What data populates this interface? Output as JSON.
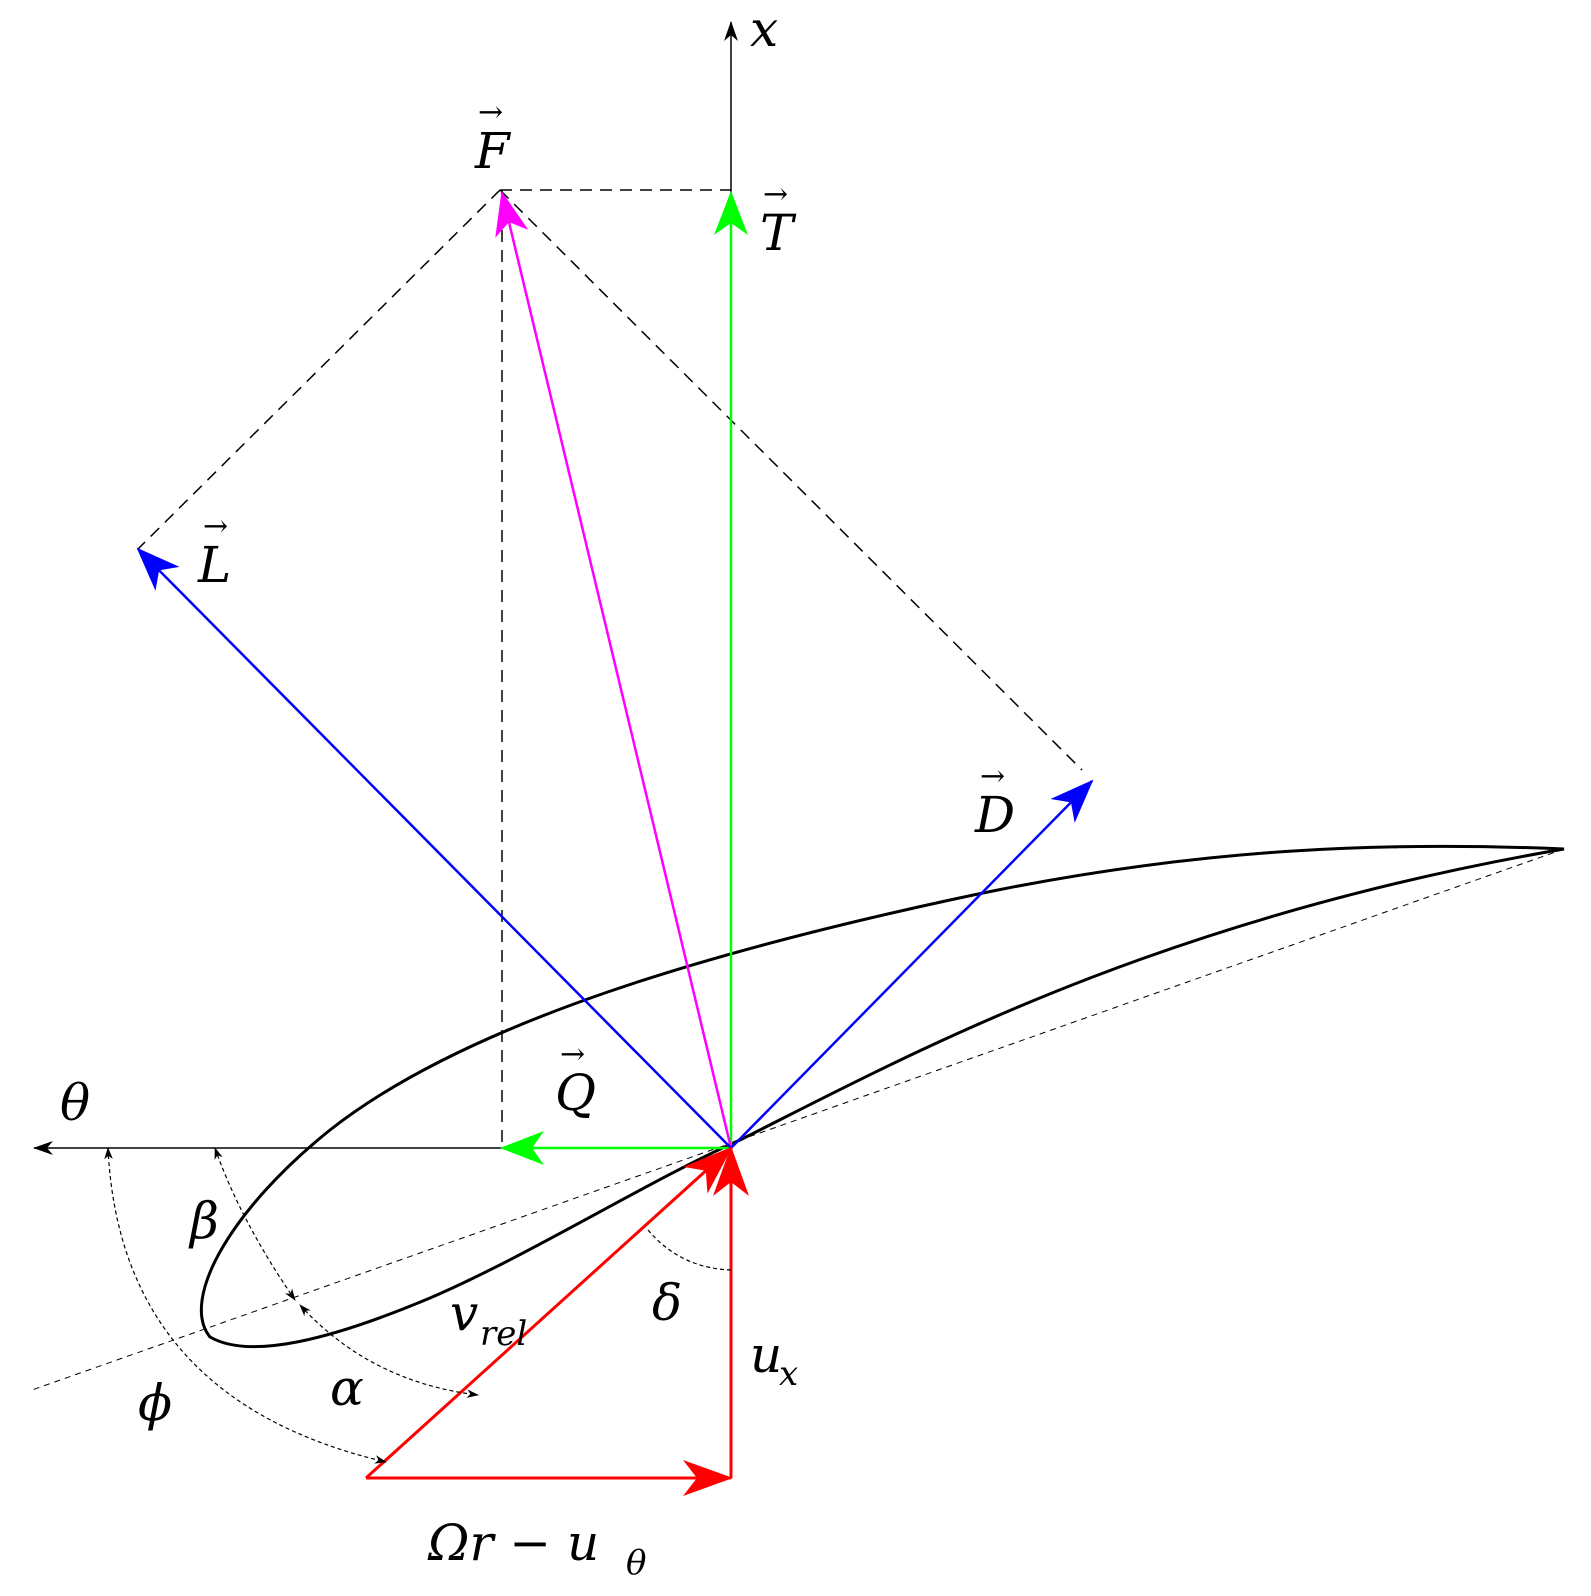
{
  "labels": {
    "x_axis": "x",
    "theta_axis": "θ",
    "F": "F",
    "T": "T",
    "L": "L",
    "D": "D",
    "Q": "Q",
    "beta": "β",
    "alpha": "α",
    "phi": "ϕ",
    "delta": "δ",
    "v": "v",
    "v_sub": "rel",
    "u": "u",
    "u_sub": "x",
    "omega_r": "Ωr − u",
    "omega_r_sub": "θ"
  },
  "vec_arrow": "→",
  "colors": {
    "axis": "#000000",
    "lift_drag": "#0000ff",
    "resultant_force": "#ff00ff",
    "thrust_torque": "#00ff00",
    "velocity": "#ff0000",
    "airfoil": "#000000",
    "construction": "#000000"
  }
}
